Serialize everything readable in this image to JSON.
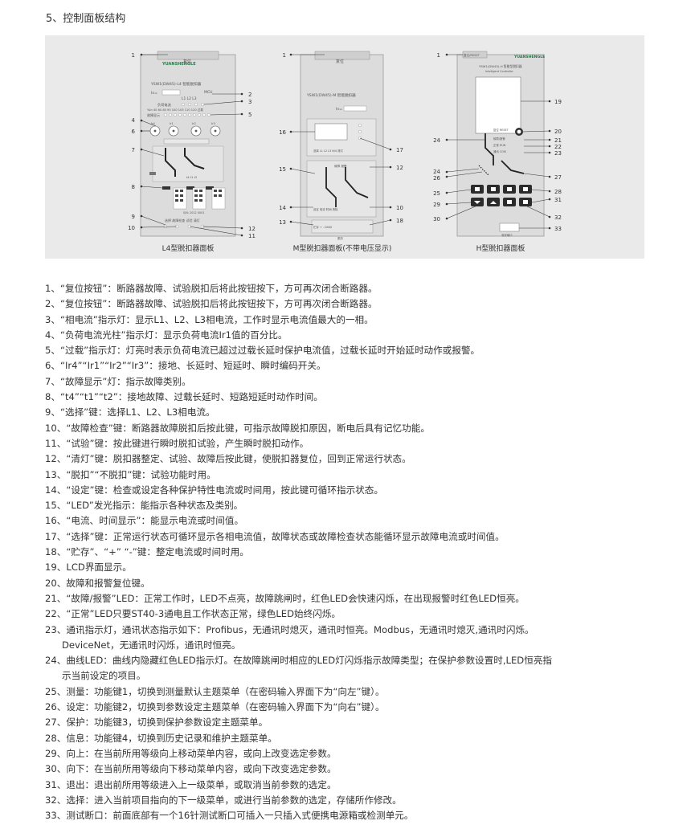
{
  "section_title": "5、控制面板结构",
  "panels": {
    "l4": {
      "caption": "L4型脱扣器面板",
      "brand": "YUANSHENGLE",
      "reset": "复位",
      "model": "YSW1(DW45)-L4 智能脱扣器",
      "in_label": "In=",
      "mcu": "MCU",
      "phase": "L1 L2 L3",
      "load_label": "负荷电流",
      "scale": "%In 40 60 80 90 100 105 110 120 过载",
      "fault_label": "故障显示",
      "sw_labels": [
        "Ir4",
        "Ir1",
        "Ir2",
        "Ir3"
      ],
      "t_labels": [
        "t4",
        "t1",
        "t2"
      ],
      "bottom_buttons": "选择 故障检查 试验 清灯",
      "sn": "S/N: 2012 0001"
    },
    "m": {
      "caption": "M型脱扣器面板(不带电压显示)",
      "reset": "复位",
      "model": "YSW1(DW45)-M 智能脱扣器",
      "in_label": "In=",
      "lcd_labels": "选择 L1 L2 L3 N/4 清灯",
      "curve_labels": "故障 报警",
      "setup_buttons": "设定 电流 时间 清除",
      "store_buttons": "贮存 + - DX40",
      "trip_label": "脱扣"
    },
    "h": {
      "caption": "H型脱扣器面板",
      "reset": "复位/RESET",
      "brand": "YUANSHENGLE",
      "model": "YSW1(DW45)-H 智能型脱扣器",
      "sub": "Intelligent Controller",
      "right_labels": [
        "复位 RESET",
        "故障/报警",
        "正常 RUN",
        "通讯 COM"
      ],
      "test_port": "测试端口"
    }
  },
  "callouts": {
    "l4_left": [
      "1",
      "4",
      "6",
      "7",
      "8",
      "9",
      "10"
    ],
    "l4_right": [
      "2",
      "3",
      "5",
      "12",
      "11"
    ],
    "m_left": [
      "1",
      "16",
      "15",
      "14",
      "13"
    ],
    "m_right": [
      "17",
      "12",
      "10",
      "18"
    ],
    "h_left": [
      "1",
      "24",
      "24",
      "26",
      "25",
      "29",
      "30"
    ],
    "h_right": [
      "19",
      "20",
      "21",
      "22",
      "23",
      "27",
      "28",
      "31",
      "32",
      "33"
    ]
  },
  "items": [
    {
      "num": "1、",
      "text": "“复位按钮”：断路器故障、试验脱扣后将此按钮按下，方可再次闭合断路器。"
    },
    {
      "num": "2、",
      "text": "“复位按钮”：断路器故障、试验脱扣后将此按钮按下，方可再次闭合断路器。"
    },
    {
      "num": "3、",
      "text": "“相电流”指示灯：显示L1、L2、L3相电流，工作时显示电流值最大的一相。"
    },
    {
      "num": "4、",
      "text": "“负荷电流光柱”指示灯：显示负荷电流Ir1值的百分比。"
    },
    {
      "num": "5、",
      "text": "“过载”指示灯：灯亮时表示负荷电流已超过过载长延时保护电流值，过载长延时开始延时动作或报警。"
    },
    {
      "num": "6、",
      "text": "“Ir4”“Ir1”“Ir2”“Ir3”：接地、长延时、短延时、瞬时编码开关。"
    },
    {
      "num": "7、",
      "text": "“故障显示”灯：指示故障类别。"
    },
    {
      "num": "8、",
      "text": "“t4”“t1”“t2”：接地故障、过载长延时、短路短延时动作时间。"
    },
    {
      "num": "9、",
      "text": "“选择”键：选择L1、L2、L3相电流。"
    },
    {
      "num": "10、",
      "text": "“故障检查”键：断路器故障脱扣后按此键，可指示故障脱扣原因，断电后具有记忆功能。"
    },
    {
      "num": "11、",
      "text": "“试验”键：按此键进行瞬时脱扣试验，产生瞬时脱扣动作。"
    },
    {
      "num": "12、",
      "text": "“清灯”键：脱扣器整定、试验、故障后按此键，使脱扣器复位，回到正常运行状态。"
    },
    {
      "num": "13、",
      "text": "“脱扣”“不脱扣”键：试验功能时用。"
    },
    {
      "num": "14、",
      "text": "“设定”键：检查或设定各种保护特性电流或时间用，按此键可循环指示状态。"
    },
    {
      "num": "15、",
      "text": "“LED”发光指示：能指示各种状态及类别。"
    },
    {
      "num": "16、",
      "text": "“电流、时间显示”：能显示电流或时间值。"
    },
    {
      "num": "17、",
      "text": "“选择”键：正常运行状态可循环显示各相电流值，故障状态或故障检查状态能循环显示故障电流或时间值。"
    },
    {
      "num": "18、",
      "text": "“贮存”、“+” “-”键：整定电流或时间时用。"
    },
    {
      "num": "19、",
      "text": "LCD界面显示。"
    },
    {
      "num": "20、",
      "text": "故障和报警复位键。"
    },
    {
      "num": "21、",
      "text": "“故障/报警”LED：正常工作时，LED不点亮，故障跳闸时，红色LED会快速闪烁，在出现报警时红色LED恒亮。"
    },
    {
      "num": "22、",
      "text": "“正常”LED只要ST40-3通电且工作状态正常，绿色LED始终闪烁。"
    },
    {
      "num": "23、",
      "text": "通讯指示灯，通讯状态指示如下：Profibus，无通讯时熄灭，通讯时恒亮。Modbus，无通讯时熄灭,通讯时闪烁。",
      "cont": "DeviceNet，无通讯时闪烁，通讯时恒亮。"
    },
    {
      "num": "24、",
      "text": "曲线LED：曲线内隐藏红色LED指示灯。在故障跳闸时相应的LED灯闪烁指示故障类型；在保护参数设置时,LED恒亮指",
      "cont": "示当前设定的项目。"
    },
    {
      "num": "25、",
      "text": "测量：功能键1，切换到测量默认主题菜单（在密码输入界面下为“向左”键）。"
    },
    {
      "num": "26、",
      "text": "设定：功能键2，切换到参数设定主题菜单（在密码输入界面下为“向右”键）。"
    },
    {
      "num": "27、",
      "text": "保护：功能键3，切换到保护参数设定主题菜单。"
    },
    {
      "num": "28、",
      "text": "信息：功能键4，切换到历史记录和维护主题菜单。"
    },
    {
      "num": "29、",
      "text": "向上：在当前所用等级向上移动菜单内容，或向上改变选定参数。"
    },
    {
      "num": "30、",
      "text": "向下：在当前所用等级向下移动菜单内容，或向下改变选定参数。"
    },
    {
      "num": "31、",
      "text": "退出：退出前所用等级进入上一级菜单，或取消当前参数的选定。"
    },
    {
      "num": "32、",
      "text": "选择：进入当前项目指向的下一级菜单，或进行当前参数的选定，存储所作修改。"
    },
    {
      "num": "33、",
      "text": "测试断口：前面底部有一个16针测试断口可插入一只插入式便携电源箱或检测单元。"
    }
  ]
}
